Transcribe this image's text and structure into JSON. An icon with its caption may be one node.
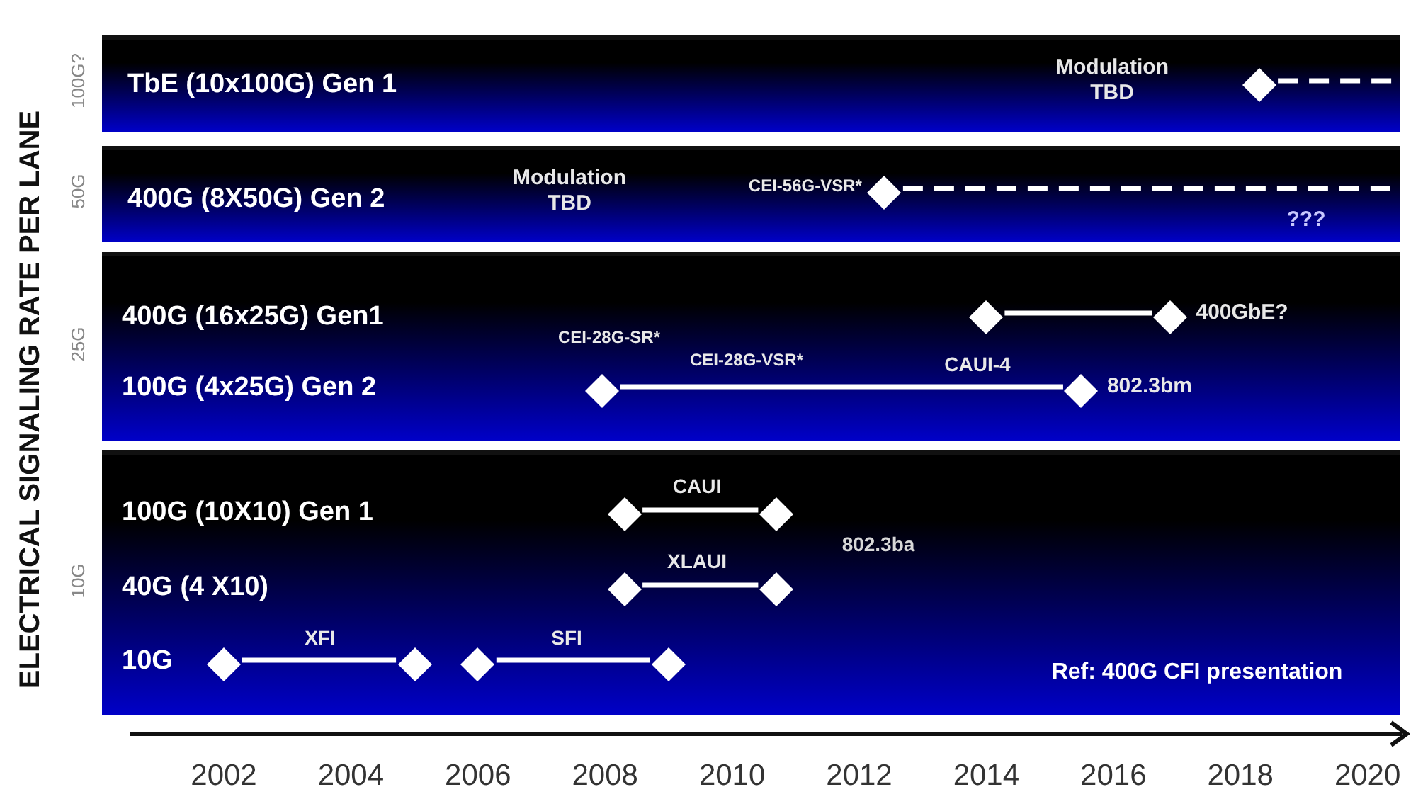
{
  "diagram": {
    "nodes": [
      {
        "text": [
          "TbE (10x100G) Gen 1"
        ]
      },
      {
        "text": [],
        "shape": "diamond",
        "in": 0
      },
      {
        "text": [
          "400G (8X50G) Gen 2"
        ]
      },
      {
        "text": [],
        "shape": "diamond",
        "in": 2,
        "beside": [
          "CEI-56G-VSR*"
        ]
      },
      {
        "text": [
          "400G (16x25G) Gen1",
          "100G (4x25G) Gen 2"
        ]
      },
      {
        "text": [],
        "shape": "diamond",
        "in": 4
      },
      {
        "text": [],
        "shape": "diamond",
        "in": 4,
        "beside": [
          "400GbE?"
        ]
      },
      {
        "text": [],
        "shape": "diamond",
        "in": 4
      },
      {
        "text": [],
        "shape": "diamond",
        "in": 4,
        "beside": [
          "802.3bm"
        ]
      },
      {
        "text": [
          "100G (10X10) Gen 1",
          "40G (4 X10)",
          "10G"
        ]
      },
      {
        "text": [],
        "shape": "diamond",
        "in": 9
      },
      {
        "text": [],
        "shape": "diamond",
        "in": 9
      },
      {
        "text": [],
        "shape": "diamond",
        "in": 9
      },
      {
        "text": [],
        "shape": "diamond",
        "in": 9
      },
      {
        "text": [],
        "shape": "diamond",
        "in": 9
      },
      {
        "text": [],
        "shape": "diamond",
        "in": 9
      },
      {
        "text": [],
        "shape": "diamond",
        "in": 9
      },
      {
        "text": [],
        "shape": "diamond",
        "in": 9
      }
    ],
    "edges": [
      {
        "from": 1,
        "to": null,
        "arrow": "none",
        "style": "dashed"
      },
      {
        "from": 3,
        "to": null,
        "arrow": "none",
        "style": "dashed"
      },
      {
        "from": 5,
        "to": 6,
        "arrow": "none"
      },
      {
        "from": 7,
        "to": 8,
        "arrow": "none",
        "label": "CAUI-4"
      },
      {
        "from": 10,
        "to": 11,
        "arrow": "none",
        "label": "CAUI"
      },
      {
        "from": 12,
        "to": 13,
        "arrow": "none",
        "label": "XLAUI"
      },
      {
        "from": 14,
        "to": 15,
        "arrow": "none",
        "label": "XFI"
      },
      {
        "from": 16,
        "to": 17,
        "arrow": "none",
        "label": "SFI"
      }
    ],
    "labels": [
      "ELECTRICAL SIGNALING RATE PER LANE",
      "100G?",
      "Modulation TBD",
      "50G",
      "Modulation TBD",
      "???",
      "25G",
      "CEI-28G-SR*",
      "CEI-28G-VSR*",
      "10G",
      "802.3ba",
      "Ref: 400G CFI presentation",
      "2002",
      "2004",
      "2006",
      "2008",
      "2010",
      "2012",
      "2014",
      "2016",
      "2018",
      "2020"
    ]
  }
}
